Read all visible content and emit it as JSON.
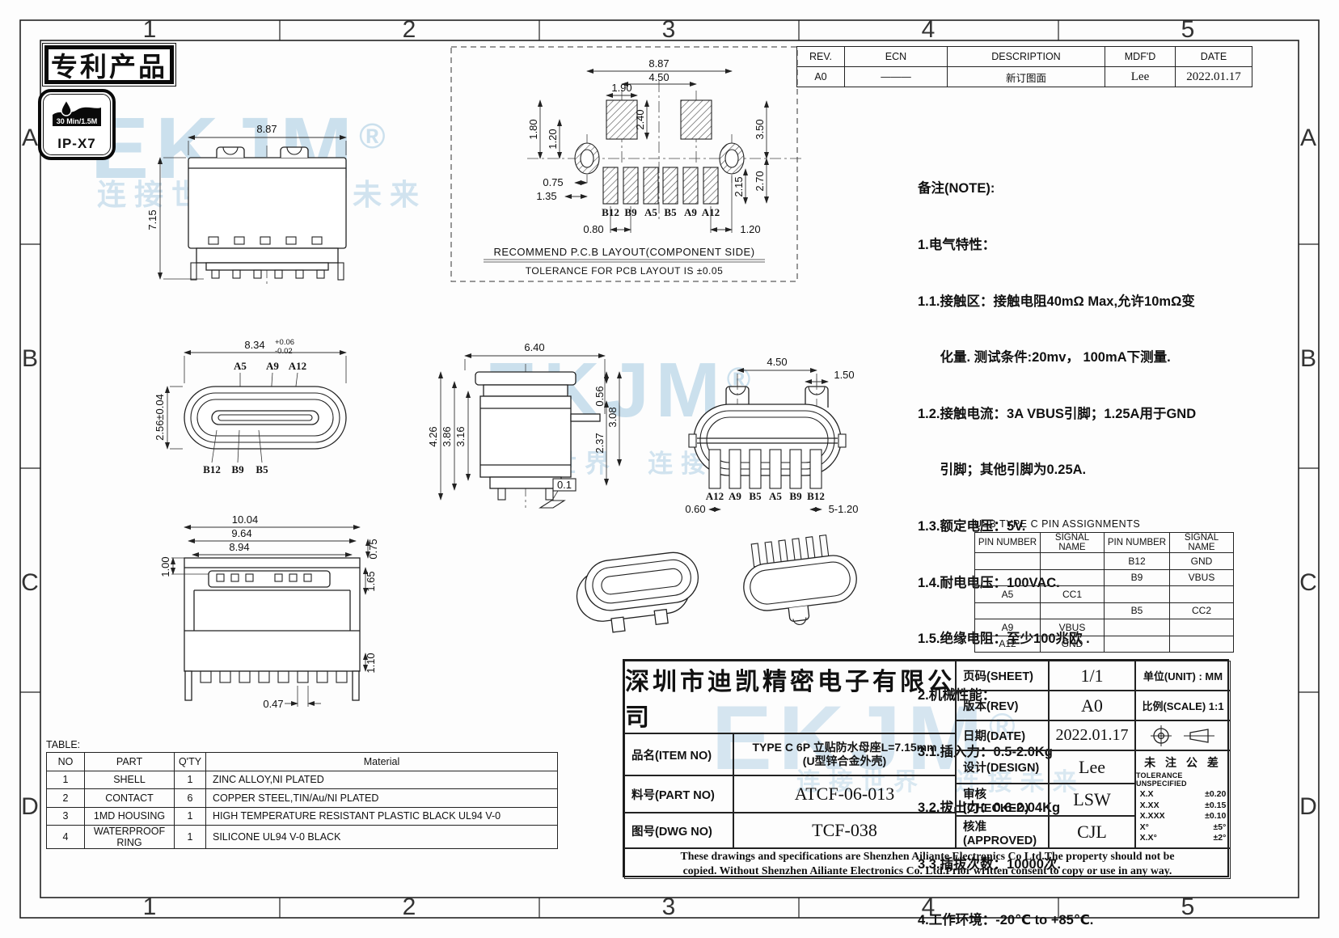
{
  "zones": {
    "cols": [
      "1",
      "2",
      "3",
      "4",
      "5"
    ],
    "rows": [
      "A",
      "B",
      "C",
      "D"
    ]
  },
  "watermark": {
    "brand": "EKJM",
    "reg": "®",
    "slogan": "连接世界  连接未来",
    "color": "#aecfe4"
  },
  "patent_stamp": {
    "text": "专利产品"
  },
  "ip_badge": {
    "duration": "30 Min/1.5M",
    "rating": "IP-X7"
  },
  "revision_table": {
    "headers": [
      "REV.",
      "ECN",
      "DESCRIPTION",
      "MDF'D",
      "DATE"
    ],
    "row": {
      "rev": "A0",
      "ecn": "———",
      "description": "新订图面",
      "mdfd": "Lee",
      "date": "2022.01.17"
    }
  },
  "notes": {
    "lines": [
      "备注(NOTE):",
      "1.电气特性：",
      "1.1.接触区：接触电阻40mΩ Max,允许10mΩ变",
      "      化量. 测试条件:20mv， 100mA下测量.",
      "1.2.接触电流：3A VBUS引脚；1.25A用于GND",
      "      引脚；其他引脚为0.25A.",
      "1.3.额定电压：5V.",
      "1.4.耐电电压：100VAC.",
      "1.5.绝缘电阻：至少100兆欧 .",
      "2.机械性能：",
      "3.1.插入力：0.5-2.0Kg",
      "3.2.拔出力：0.6-2.04Kg",
      "3.3.插拔次数：10000次.",
      "4.工作环境：-20℃ to +85℃."
    ]
  },
  "pcb_layout": {
    "title": "RECOMMEND P.C.B LAYOUT(COMPONENT SIDE)",
    "tolerance_note": "TOLERANCE FOR PCB LAYOUT IS ±0.05",
    "pads": [
      "B12",
      "B9",
      "A5",
      "B5",
      "A9",
      "A12"
    ],
    "dims": {
      "width": "8.87",
      "pad_span": "4.50",
      "pad_width": "1.90",
      "upper_h": "1.80",
      "lower_h": "1.20",
      "pad_height": "2.40",
      "right_top": "3.50",
      "right_bottom": "2.70",
      "pad_h2": "2.15",
      "hole_off1": "0.75",
      "hole_off2": "1.35",
      "pitch": "0.80",
      "end_gap": "1.20"
    }
  },
  "views": {
    "front": {
      "width": "8.87",
      "height": "7.15"
    },
    "top": {
      "width_base": "8.34",
      "tol_plus": "+0.06",
      "tol_minus": "-0.02",
      "height": "2.56±0.04",
      "pins_top": [
        "A5",
        "A9",
        "A12"
      ],
      "pins_bottom": [
        "B12",
        "B9",
        "B5"
      ]
    },
    "side": {
      "width": "6.40",
      "h1": "4.26",
      "h2": "3.86",
      "h3": "3.16",
      "r1": "0.56",
      "r2": "3.08",
      "r3": "2.37",
      "flatness": "0.1"
    },
    "bottom": {
      "pad_span": "4.50",
      "tab_width": "1.50",
      "pins": [
        "A12",
        "A9",
        "B5",
        "A5",
        "B9",
        "B12"
      ],
      "leg_width": "0.60",
      "pitch": "5-1.20"
    },
    "front2": {
      "w1": "10.04",
      "w2": "9.64",
      "w3": "8.94",
      "h1": "1.00",
      "r1": "0.75",
      "r2": "1.65",
      "r3": "1.10",
      "foot": "0.47"
    }
  },
  "pin_table": {
    "title": "USB TYPE C PIN ASSIGNMENTS",
    "headers": [
      "PIN NUMBER",
      "SIGNAL NAME",
      "PIN NUMBER",
      "SIGNAL NAME"
    ],
    "rows": [
      [
        "",
        "",
        "B12",
        "GND"
      ],
      [
        "",
        "",
        "B9",
        "VBUS"
      ],
      [
        "A5",
        "CC1",
        "",
        ""
      ],
      [
        "",
        "",
        "B5",
        "CC2"
      ],
      [
        "A9",
        "VBUS",
        "",
        ""
      ],
      [
        "A12",
        "GND",
        "",
        ""
      ]
    ]
  },
  "materials_table": {
    "label": "TABLE:",
    "headers": [
      "NO",
      "PART",
      "Q'TY",
      "Material"
    ],
    "rows": [
      [
        "1",
        "SHELL",
        "1",
        "ZINC ALLOY,NI PLATED"
      ],
      [
        "2",
        "CONTACT",
        "6",
        "COPPER STEEL,TIN/Au/NI PLATED"
      ],
      [
        "3",
        "1MD HOUSING",
        "1",
        "HIGH TEMPERATURE RESISTANT PLASTIC BLACK UL94 V-0"
      ],
      [
        "4",
        "WATERPROOF RING",
        "1",
        "SILICONE UL94 V-0 BLACK"
      ]
    ]
  },
  "title_block": {
    "company": "深圳市迪凯精密电子有限公司",
    "item_label": "品名(ITEM NO)",
    "item_line1": "TYPE C 6P 立贴防水母座L=7.15mm",
    "item_line2": "(U型锌合金外壳)",
    "part_label": "料号(PART NO)",
    "part_no": "ATCF-06-013",
    "dwg_label": "图号(DWG NO)",
    "dwg_no": "TCF-038",
    "sheet_label": "页码(SHEET)",
    "sheet": "1/1",
    "rev_label": "版本(REV)",
    "rev": "A0",
    "date_label": "日期(DATE)",
    "date": "2022.01.17",
    "design_label": "设计(DESIGN)",
    "design": "Lee",
    "checked_label": "审核(CHECKED)",
    "checked": "LSW",
    "approved_label": "核准(APPROVED)",
    "approved": "CJL",
    "unit_label": "单位(UNIT) : MM",
    "scale_label": "比例(SCALE) 1:1",
    "tol_title_cn": "未 注 公 差",
    "tol_title_en": "TOLERANCE UNSPECIFIED",
    "tolerances": [
      [
        "X.X",
        "±0.20"
      ],
      [
        "X.XX",
        "±0.15"
      ],
      [
        "X.XXX",
        "±0.10"
      ],
      [
        "X°",
        "±5°"
      ],
      [
        "X.X°",
        "±2°"
      ]
    ]
  },
  "disclaimer": {
    "line1": "These drawings and specifications are Shenzhen Ailiante Electronics Co Ltd.The property should not be",
    "line2": "copied. Without Shenzhen Ailiante Electronics Co. Ltd.Prior written consent to copy or use in any way."
  }
}
